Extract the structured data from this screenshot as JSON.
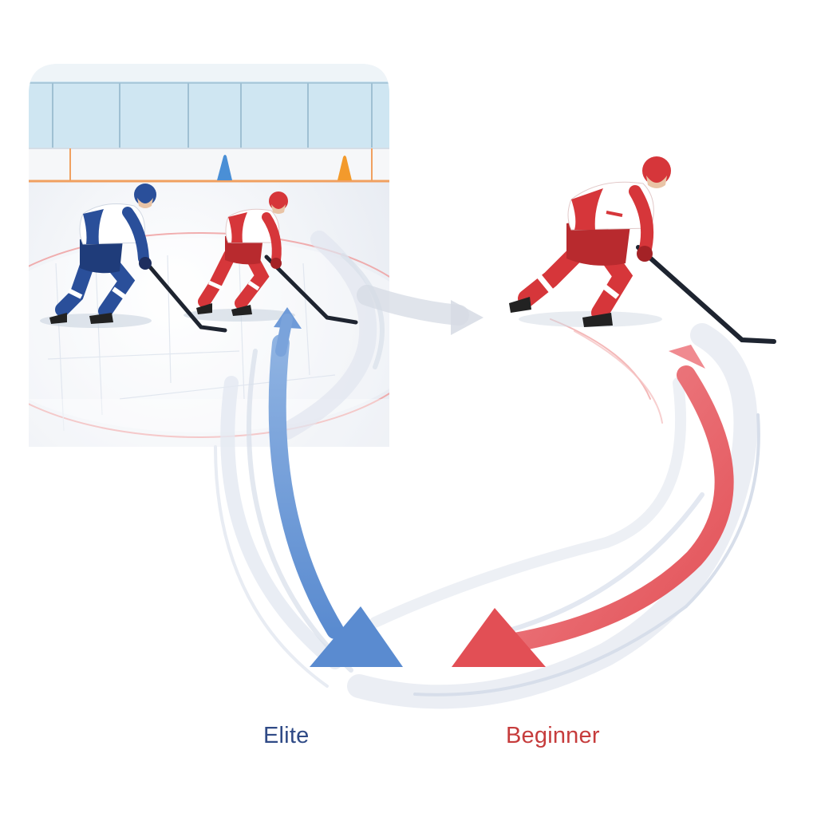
{
  "labels": {
    "elite": "Elite",
    "beginner": "Beginner"
  },
  "colors": {
    "elite": "#2f4a86",
    "beginner": "#c63c3c",
    "elite_arrow": "#5a8bd0",
    "beginner_arrow": "#e24f55",
    "elite_jersey": "#2a4f9a",
    "beginner_jersey": "#d6363a",
    "ice": "#eef1f6",
    "glass": "#cfe6f2",
    "board_line": "#f0a060",
    "cone_blue": "#4a8fd6",
    "cone_orange": "#f39a2c"
  },
  "players": [
    {
      "id": "elite-player",
      "team": "elite"
    },
    {
      "id": "beginner-player-small",
      "team": "beginner"
    },
    {
      "id": "beginner-player-large",
      "team": "beginner"
    }
  ]
}
